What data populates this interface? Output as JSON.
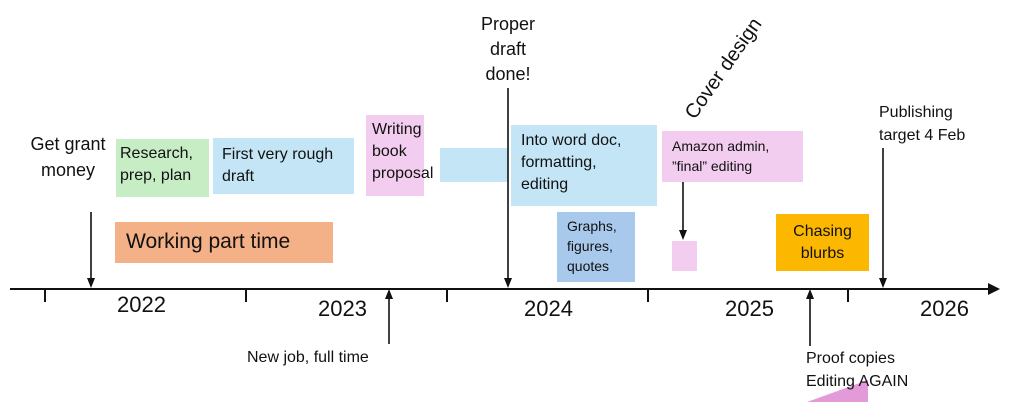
{
  "colors": {
    "green": "#c6edc4",
    "blue": "#c4e5f5",
    "pink": "#f2cdef",
    "orange": "#f4b087",
    "mid_blue": "#a9c9ec",
    "gold": "#fcb800",
    "axis": "#111111"
  },
  "years": [
    "2022",
    "2023",
    "2024",
    "2025",
    "2026"
  ],
  "boxes": {
    "research": "Research, prep, plan",
    "rough_draft": "First very rough draft",
    "proposal": "Writing book proposal",
    "word_doc": "Into word doc, formatting, editing",
    "working_part_time": "Working part time",
    "graphs": "Graphs, figures, quotes",
    "amazon": "Amazon admin, ”final” editing",
    "blurbs": "Chasing blurbs"
  },
  "labels": {
    "grant": "Get grant money",
    "proper_draft": "Proper draft done!",
    "cover": "Cover design",
    "publishing": "Publishing target 4 Feb",
    "new_job": "New job, full time",
    "proof": "Proof copies",
    "editing_again": "Editing AGAIN"
  }
}
